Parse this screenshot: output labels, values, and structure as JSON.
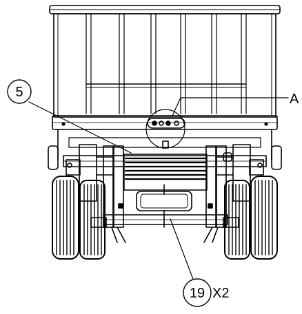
{
  "diagram": {
    "callouts": {
      "item_5": "5",
      "item_19": "19",
      "item_19_qty": "X2",
      "detail_a": "A"
    },
    "colors": {
      "line": "#000000",
      "background": "#ffffff"
    }
  }
}
